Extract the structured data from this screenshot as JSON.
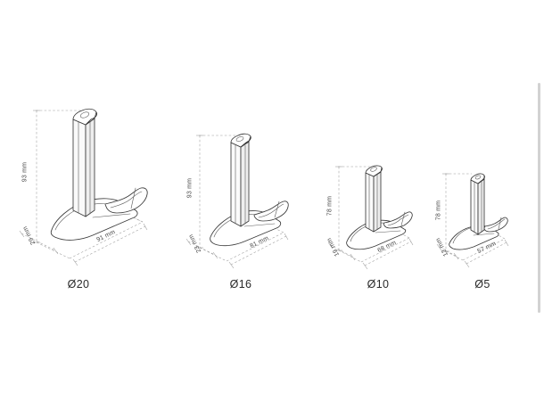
{
  "page": {
    "title": "Stand dimension comparison drawing",
    "background_color": "#ffffff",
    "line_color": "#3a3a3a",
    "dimension_line_color": "#9a9a9a",
    "label_color": "#4a4a4a",
    "caption_color": "#2a2a2a",
    "units": "mm"
  },
  "scrollbar": {
    "name": "vertical-scrollbar",
    "color": "#d2d2d2"
  },
  "variants": [
    {
      "id": "d20",
      "caption": "Ø20",
      "diameter": 20,
      "height_label": "93 mm",
      "length_label": "91 mm",
      "depth_label": "29 mm",
      "height_mm": 93,
      "length_mm": 91,
      "depth_mm": 29
    },
    {
      "id": "d16",
      "caption": "Ø16",
      "diameter": 16,
      "height_label": "93 mm",
      "length_label": "81 mm",
      "depth_label": "23 mm",
      "height_mm": 93,
      "length_mm": 81,
      "depth_mm": 23
    },
    {
      "id": "d10",
      "caption": "Ø10",
      "diameter": 10,
      "height_label": "78 mm",
      "length_label": "68 mm",
      "depth_label": "19 mm",
      "height_mm": 78,
      "length_mm": 68,
      "depth_mm": 19
    },
    {
      "id": "d5",
      "caption": "Ø5",
      "diameter": 5,
      "height_label": "78 mm",
      "length_label": "57 mm",
      "depth_label": "12 mm",
      "height_mm": 78,
      "length_mm": 57,
      "depth_mm": 12
    }
  ]
}
